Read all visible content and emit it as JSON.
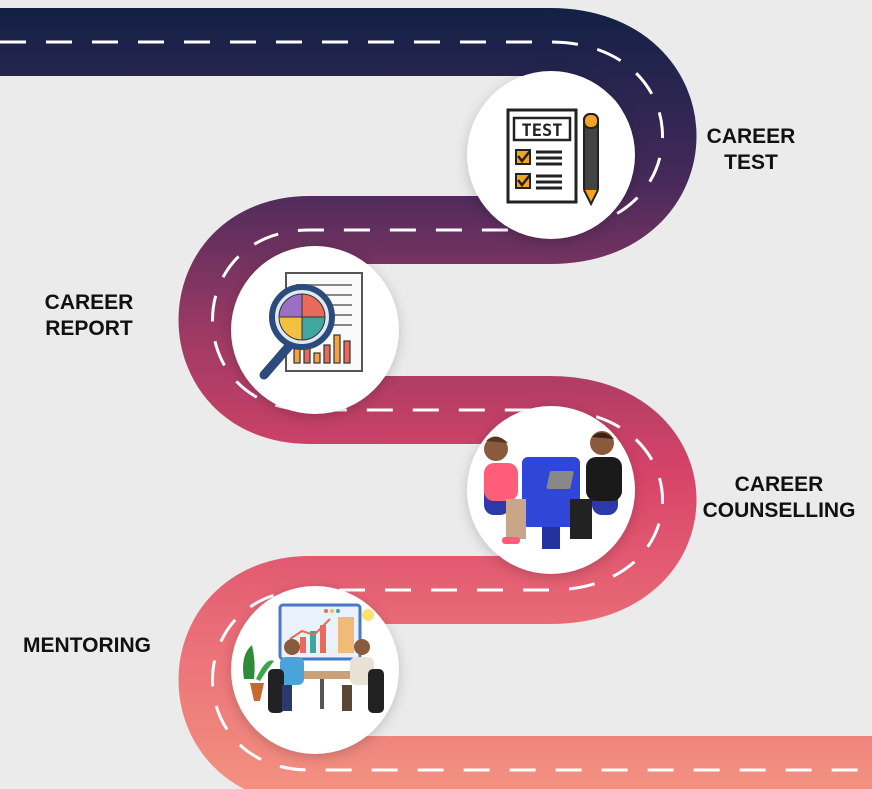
{
  "steps": [
    {
      "id": "career-test",
      "label_line1": "CAREER",
      "label_line2": "TEST",
      "icon": "test-checklist-pencil-icon"
    },
    {
      "id": "career-report",
      "label_line1": "CAREER",
      "label_line2": "REPORT",
      "icon": "report-magnifier-pie-chart-icon"
    },
    {
      "id": "career-counselling",
      "label_line1": "CAREER",
      "label_line2": "COUNSELLING",
      "icon": "counselling-meeting-illustration"
    },
    {
      "id": "mentoring",
      "label_line1": "MENTORING",
      "label_line2": "",
      "icon": "mentoring-presentation-illustration"
    }
  ],
  "icon_text": {
    "test_sheet": "TEST"
  },
  "colors": {
    "background": "#ebebeb",
    "road_start": "#0f2044",
    "road_mid1": "#5b2d5e",
    "road_mid2": "#d84368",
    "road_end": "#f39180",
    "dash": "#ffffff",
    "circle": "#ffffff"
  }
}
